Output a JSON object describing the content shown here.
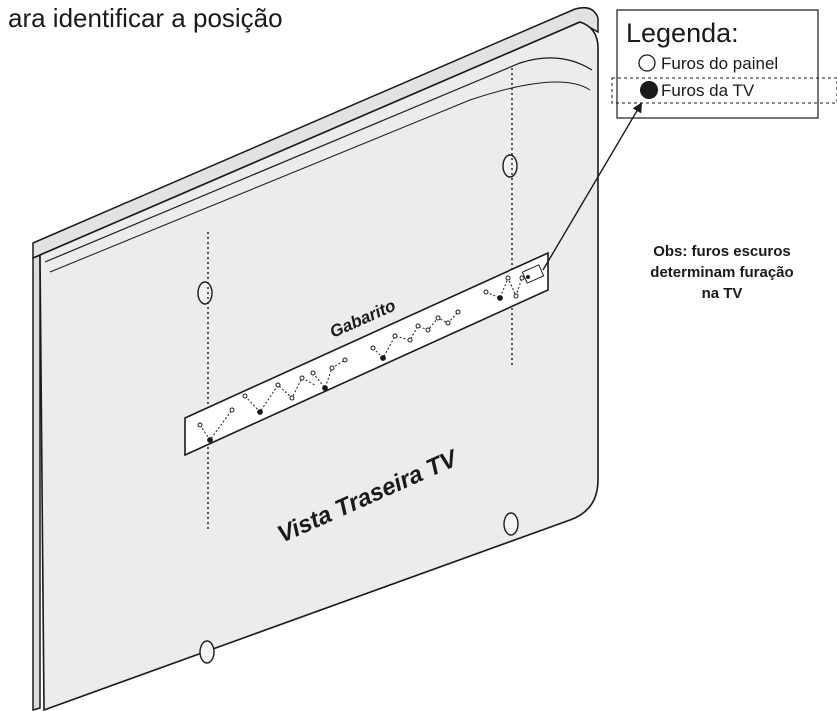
{
  "heading": "ara identificar a posição",
  "legend": {
    "title": "Legenda:",
    "items": [
      {
        "label": "Furos do painel",
        "marker": "hollow-circle"
      },
      {
        "label": "Furos da TV",
        "marker": "filled-circle"
      }
    ]
  },
  "note": {
    "lines": [
      "Obs: furos escuros",
      "determinam furação",
      "na TV"
    ]
  },
  "template_label": "Gabarito",
  "tv_label": "Vista Traseira TV",
  "colors": {
    "panel": "#ececec",
    "outline": "#1a1a1a",
    "background": "#ffffff"
  }
}
